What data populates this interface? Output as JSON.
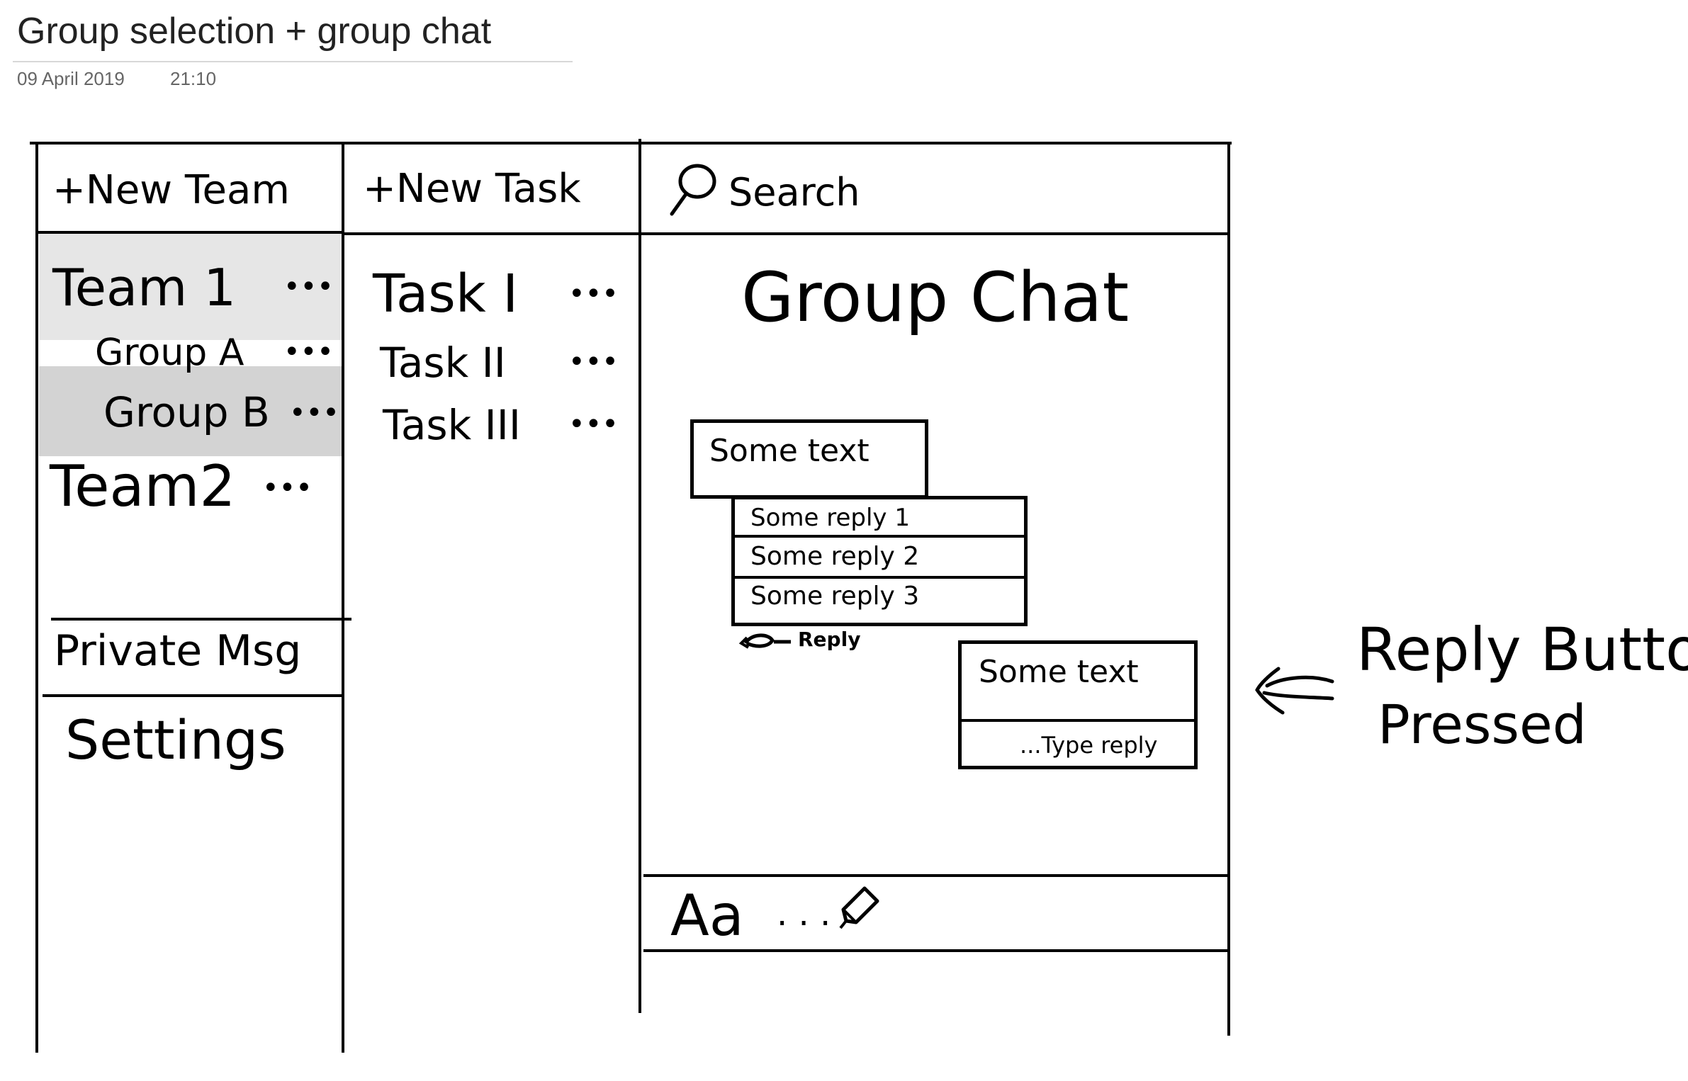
{
  "note": {
    "title": "Group selection + group chat",
    "date": "09 April 2019",
    "time": "21:10"
  },
  "teams_column": {
    "new_team_label": "+New Team",
    "items": [
      {
        "label": "Team 1",
        "menu": "•••"
      },
      {
        "label": "Group A",
        "menu": "•••"
      },
      {
        "label": "Group B",
        "menu": "•••"
      },
      {
        "label": "Team2",
        "menu": "•••"
      }
    ],
    "private_msg_label": "Private Msg",
    "settings_label": "Settings"
  },
  "tasks_column": {
    "new_task_label": "+New Task",
    "items": [
      {
        "label": "Task I",
        "menu": "•••"
      },
      {
        "label": "Task II",
        "menu": "•••"
      },
      {
        "label": "Task III",
        "menu": "•••"
      }
    ]
  },
  "chat_column": {
    "search_label": "Search",
    "heading": "Group Chat",
    "message1": {
      "text": "Some text",
      "replies": [
        "Some reply 1",
        "Some reply 2",
        "Some reply 3"
      ],
      "reply_link": "Reply"
    },
    "message2": {
      "text": "Some text",
      "reply_placeholder": "...Type reply"
    },
    "composer": {
      "font_button": "Aa",
      "placeholder": ". . ."
    }
  },
  "annotation": {
    "line1": "Reply Button",
    "line2": "Pressed"
  },
  "icons": [
    "search-icon",
    "reply-arrow-icon",
    "pencil-icon",
    "left-arrow-icon"
  ],
  "colors": {
    "selected_team_bg": "#e6e6e6",
    "selected_group_bg": "#d3d3d3",
    "ink": "#000000",
    "meta_text": "#666666"
  }
}
